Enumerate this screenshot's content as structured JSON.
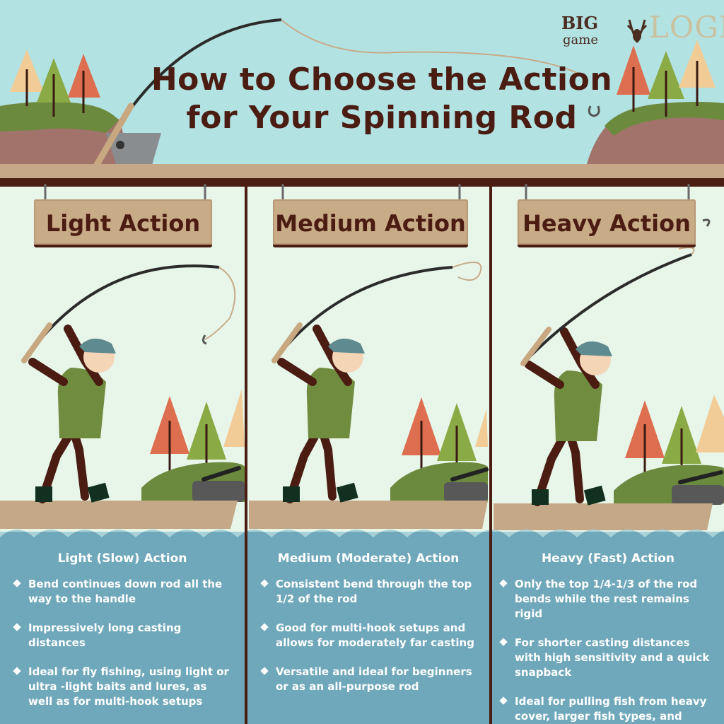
{
  "title": {
    "line1": "How to Choose the Action",
    "line2": "for Your Spinning Rod"
  },
  "logo": {
    "big": "BIG",
    "game": "game",
    "logic": "LOGIC",
    "icon": "deer-head-icon"
  },
  "colors": {
    "sky": "#b3e2e3",
    "panel_bg": "#e8f6ea",
    "water": "#70a8bb",
    "brown": "#4a1c12",
    "sign": "#c8ab87",
    "tree_orange": "#dd6e4f",
    "tree_green": "#8aaa45",
    "tree_tan": "#f2cc97",
    "grass": "#6c8a3e",
    "boat": "#c4a887",
    "jacket": "#6f8c3f",
    "cap": "#5f8a8f"
  },
  "panels": [
    {
      "sign": "Light Action",
      "heading": "Light (Slow) Action",
      "bullets": [
        "Bend continues down rod all the way to the handle",
        "Impressively long casting distances",
        "Ideal for fly fishing, using light or ultra -light baits and lures, as well as for multi-hook setups"
      ]
    },
    {
      "sign": "Medium Action",
      "heading": "Medium (Moderate) Action",
      "bullets": [
        "Consistent bend through the top 1/2 of the rod",
        "Good for multi-hook setups and allows for moderately far casting",
        "Versatile and ideal for beginners or as an all-purpose rod"
      ]
    },
    {
      "sign": "Heavy Action",
      "heading": "Heavy (Fast) Action",
      "bullets": [
        "Only the top 1/4-1/3 of the rod bends while the rest remains rigid",
        "For shorter casting distances with high sensitivity and a quick snapback",
        "Ideal for pulling fish from heavy cover, larger fish types, and heavy lures"
      ]
    }
  ]
}
